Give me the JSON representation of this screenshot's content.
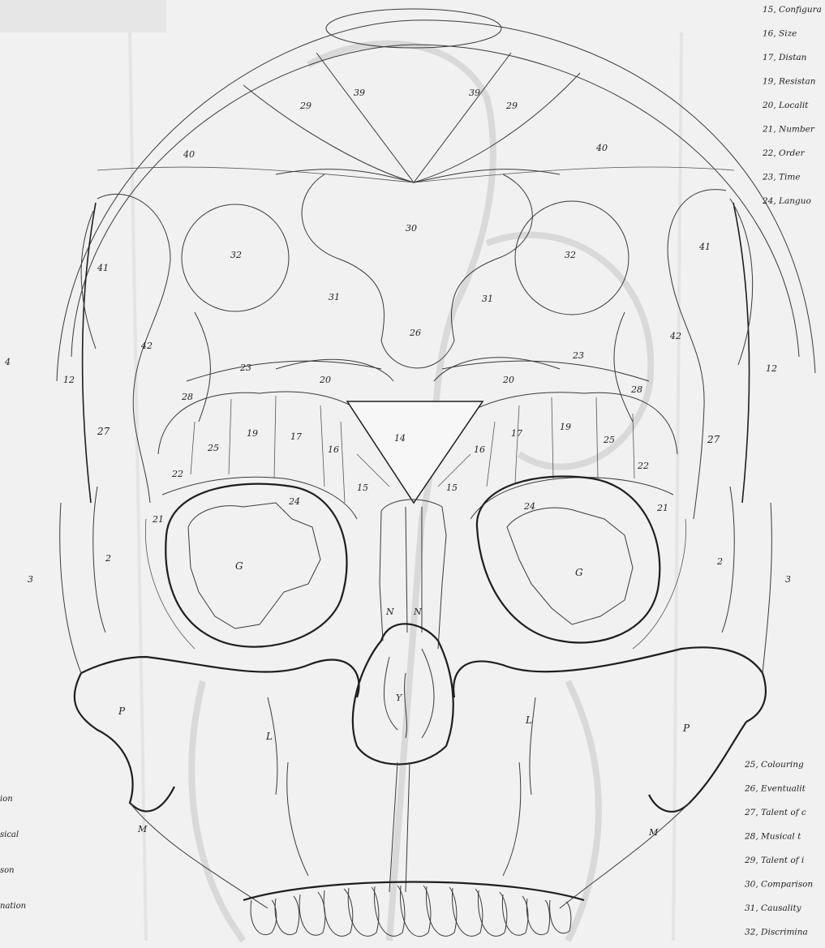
{
  "regions": {
    "r39a": "39",
    "r39b": "39",
    "r29a": "29",
    "r29b": "29",
    "r40a": "40",
    "r40b": "40",
    "r30": "30",
    "r32a": "32",
    "r32b": "32",
    "r31a": "31",
    "r31b": "31",
    "r26": "26",
    "r41a": "41",
    "r41b": "41",
    "r42a": "42",
    "r42b": "42",
    "r12a": "12",
    "r12b": "12",
    "r23a": "23",
    "r23b": "23",
    "r20a": "20",
    "r20b": "20",
    "r28a": "28",
    "r28b": "28",
    "r27a": "27",
    "r27b": "27",
    "r19a": "19",
    "r19b": "19",
    "r17a": "17",
    "r17b": "17",
    "r16a": "16",
    "r16b": "16",
    "r14": "14",
    "r25a": "25",
    "r25b": "25",
    "r22a": "22",
    "r22b": "22",
    "r15a": "15",
    "r15b": "15",
    "r24a": "24",
    "r24b": "24",
    "r21a": "21",
    "r21b": "21",
    "r2a": "2",
    "r2b": "2",
    "r3a": "3",
    "r3b": "3",
    "r4": "4",
    "rGa": "G",
    "rGb": "G",
    "rNa": "N",
    "rNb": "N",
    "rY": "Y",
    "rPa": "P",
    "rPb": "P",
    "rLa": "L",
    "rLb": "L",
    "rMa": "M",
    "rMb": "M"
  },
  "legend_top": [
    "15, Configura",
    "16, Size",
    "17, Distan",
    "19, Resistan",
    "20, Localit",
    "21, Number",
    "22, Order",
    "23, Time",
    "24, Languo"
  ],
  "legend_bottom": [
    "25, Colouring",
    "26, Eventualit",
    "27, Talent of c",
    "28, Musical t",
    "29, Talent of i",
    "30, Comparison",
    "31, Causality",
    "32, Discrimina"
  ],
  "left_fragments": [
    "ion",
    "sical",
    "son",
    "nation"
  ]
}
